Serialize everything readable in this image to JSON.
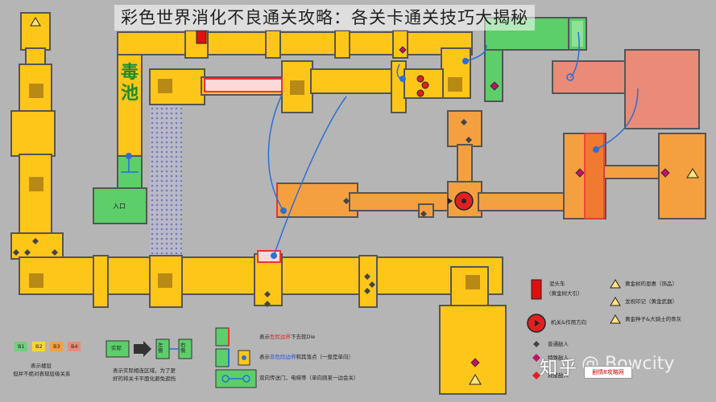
{
  "title": "彩色世界消化不良通关攻略：各关卡通关技巧大揭秘",
  "map": {
    "poison_pool": "毒池",
    "entrance": "入口"
  },
  "legend": {
    "floors": [
      "B1",
      "B2",
      "B3",
      "B4"
    ],
    "floor_colors": [
      "#6fd07a",
      "#ffd23f",
      "#f5a040",
      "#e98b78"
    ],
    "floor_caption_1": "表示楼层",
    "floor_caption_2": "但并不绝对表现层级关系",
    "actual_label": "实际",
    "tile_left": "左侧",
    "tile_right": "右侧",
    "actual_caption_1": "表示实际相连区域，为了更",
    "actual_caption_2": "好的将关卡平面化避免遮挡",
    "danger_prefix": "表示",
    "danger_red": "危险边界",
    "danger_suffix": "下去就Die",
    "safe_prefix": "表示",
    "safe_blue": "非危险边界",
    "safe_suffix": "和其落点（一般是单向）",
    "teleport": "双向传送门，电梯等（单向则某一边会关）",
    "car_1": "泥头车",
    "car_2": "（黄金树大引）",
    "mechanism": "机关&作用方向",
    "enemy_normal": "普通敌人",
    "enemy_special": "特殊敌人",
    "chest": "救援敌人",
    "warn_gold": "黄金树的恩惠（饰品）",
    "warn_dragon": "龙祝印记（黄金武器）",
    "warn_seed": "黄金种子&大骑士的骨灰"
  },
  "footer": {
    "zhihu": "知乎",
    "watermark": "@ Bowcity",
    "badge": "剧情8攻略网"
  }
}
